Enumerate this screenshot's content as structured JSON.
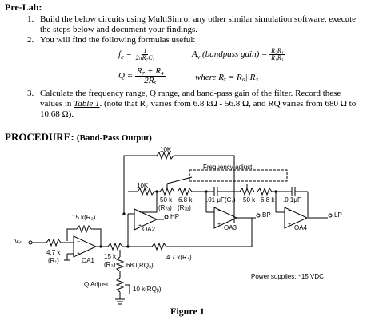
{
  "prelab": {
    "heading": "Pre-Lab:",
    "item1_num": "1.",
    "item1_line1": "Build the below circuits using MultiSim or any other similar simulation software, execute",
    "item1_line2": "the steps below and document your findings.",
    "item2_num": "2.",
    "item2_line1": "You will find the following formulas useful:",
    "fc_lhs": "f",
    "fc_sub": "c",
    "fc_eq": "=",
    "fc_num": "1",
    "fc_den": "2πR₇C₇",
    "av_lhs": "A",
    "av_sub": "v",
    "av_paren": "(bandpass gain) =",
    "av_num": "R₂R₄",
    "av_den": "R₁R₃",
    "q_lhs": "Q =",
    "q_num": "R₇ + R₄",
    "q_den": "2Rₓ",
    "rx_text": "where Rₓ = R₆||R₃",
    "item3_num": "3.",
    "item3_line1": "Calculate the frequency range, Q range, and band-pass gain of the filter. Record these",
    "item3_line2a": "values in",
    "item3_link": "Table 1",
    "item3_line2b": ". (note that R₇ varies from 6.8 kΩ - 56.8 Ω, and RQ varies from 680 Ω to",
    "item3_line3": "10.68 Ω)."
  },
  "procedure": {
    "heading": "PROCEDURE:",
    "subheading": "(Band-Pass Output)"
  },
  "circuit": {
    "r_top": "10K",
    "freq_adjust": "Frequency adjust",
    "r_10k_2": "10K",
    "r_50k_1": "50 k",
    "r_68k_1": "6.8 k",
    "r_ta": "(R",
    "r_ta_full": "(R₇ₐ)",
    "r_tb_full": "(R₇ᵦ)",
    "hp": "HP",
    "oa2": "OA2",
    "cap1": ".01 μF(C₇)",
    "r_50k_2": "50 k",
    "r_68k_2": "6.8 k",
    "bp": "BP",
    "oa3": "OA3",
    "cap2": ".0 1μF",
    "lp": "LP",
    "oa4": "OA4",
    "r2": "15 k(R₂)",
    "vin": "Vᵢₙ",
    "r1_val": "4.7 k",
    "r1_name": "(R₁)",
    "oa1": "OA1",
    "r3_val": "15 k",
    "r3_name": "(R₃)",
    "rqa": "680(RQₐ)",
    "r4": "4.7 k(R₄)",
    "q_adjust": "Q Adjust",
    "rqb": "10 k(RQᵦ)",
    "supplies": "Power supplies: ⁺15 VDC",
    "figure": "Figure 1"
  }
}
